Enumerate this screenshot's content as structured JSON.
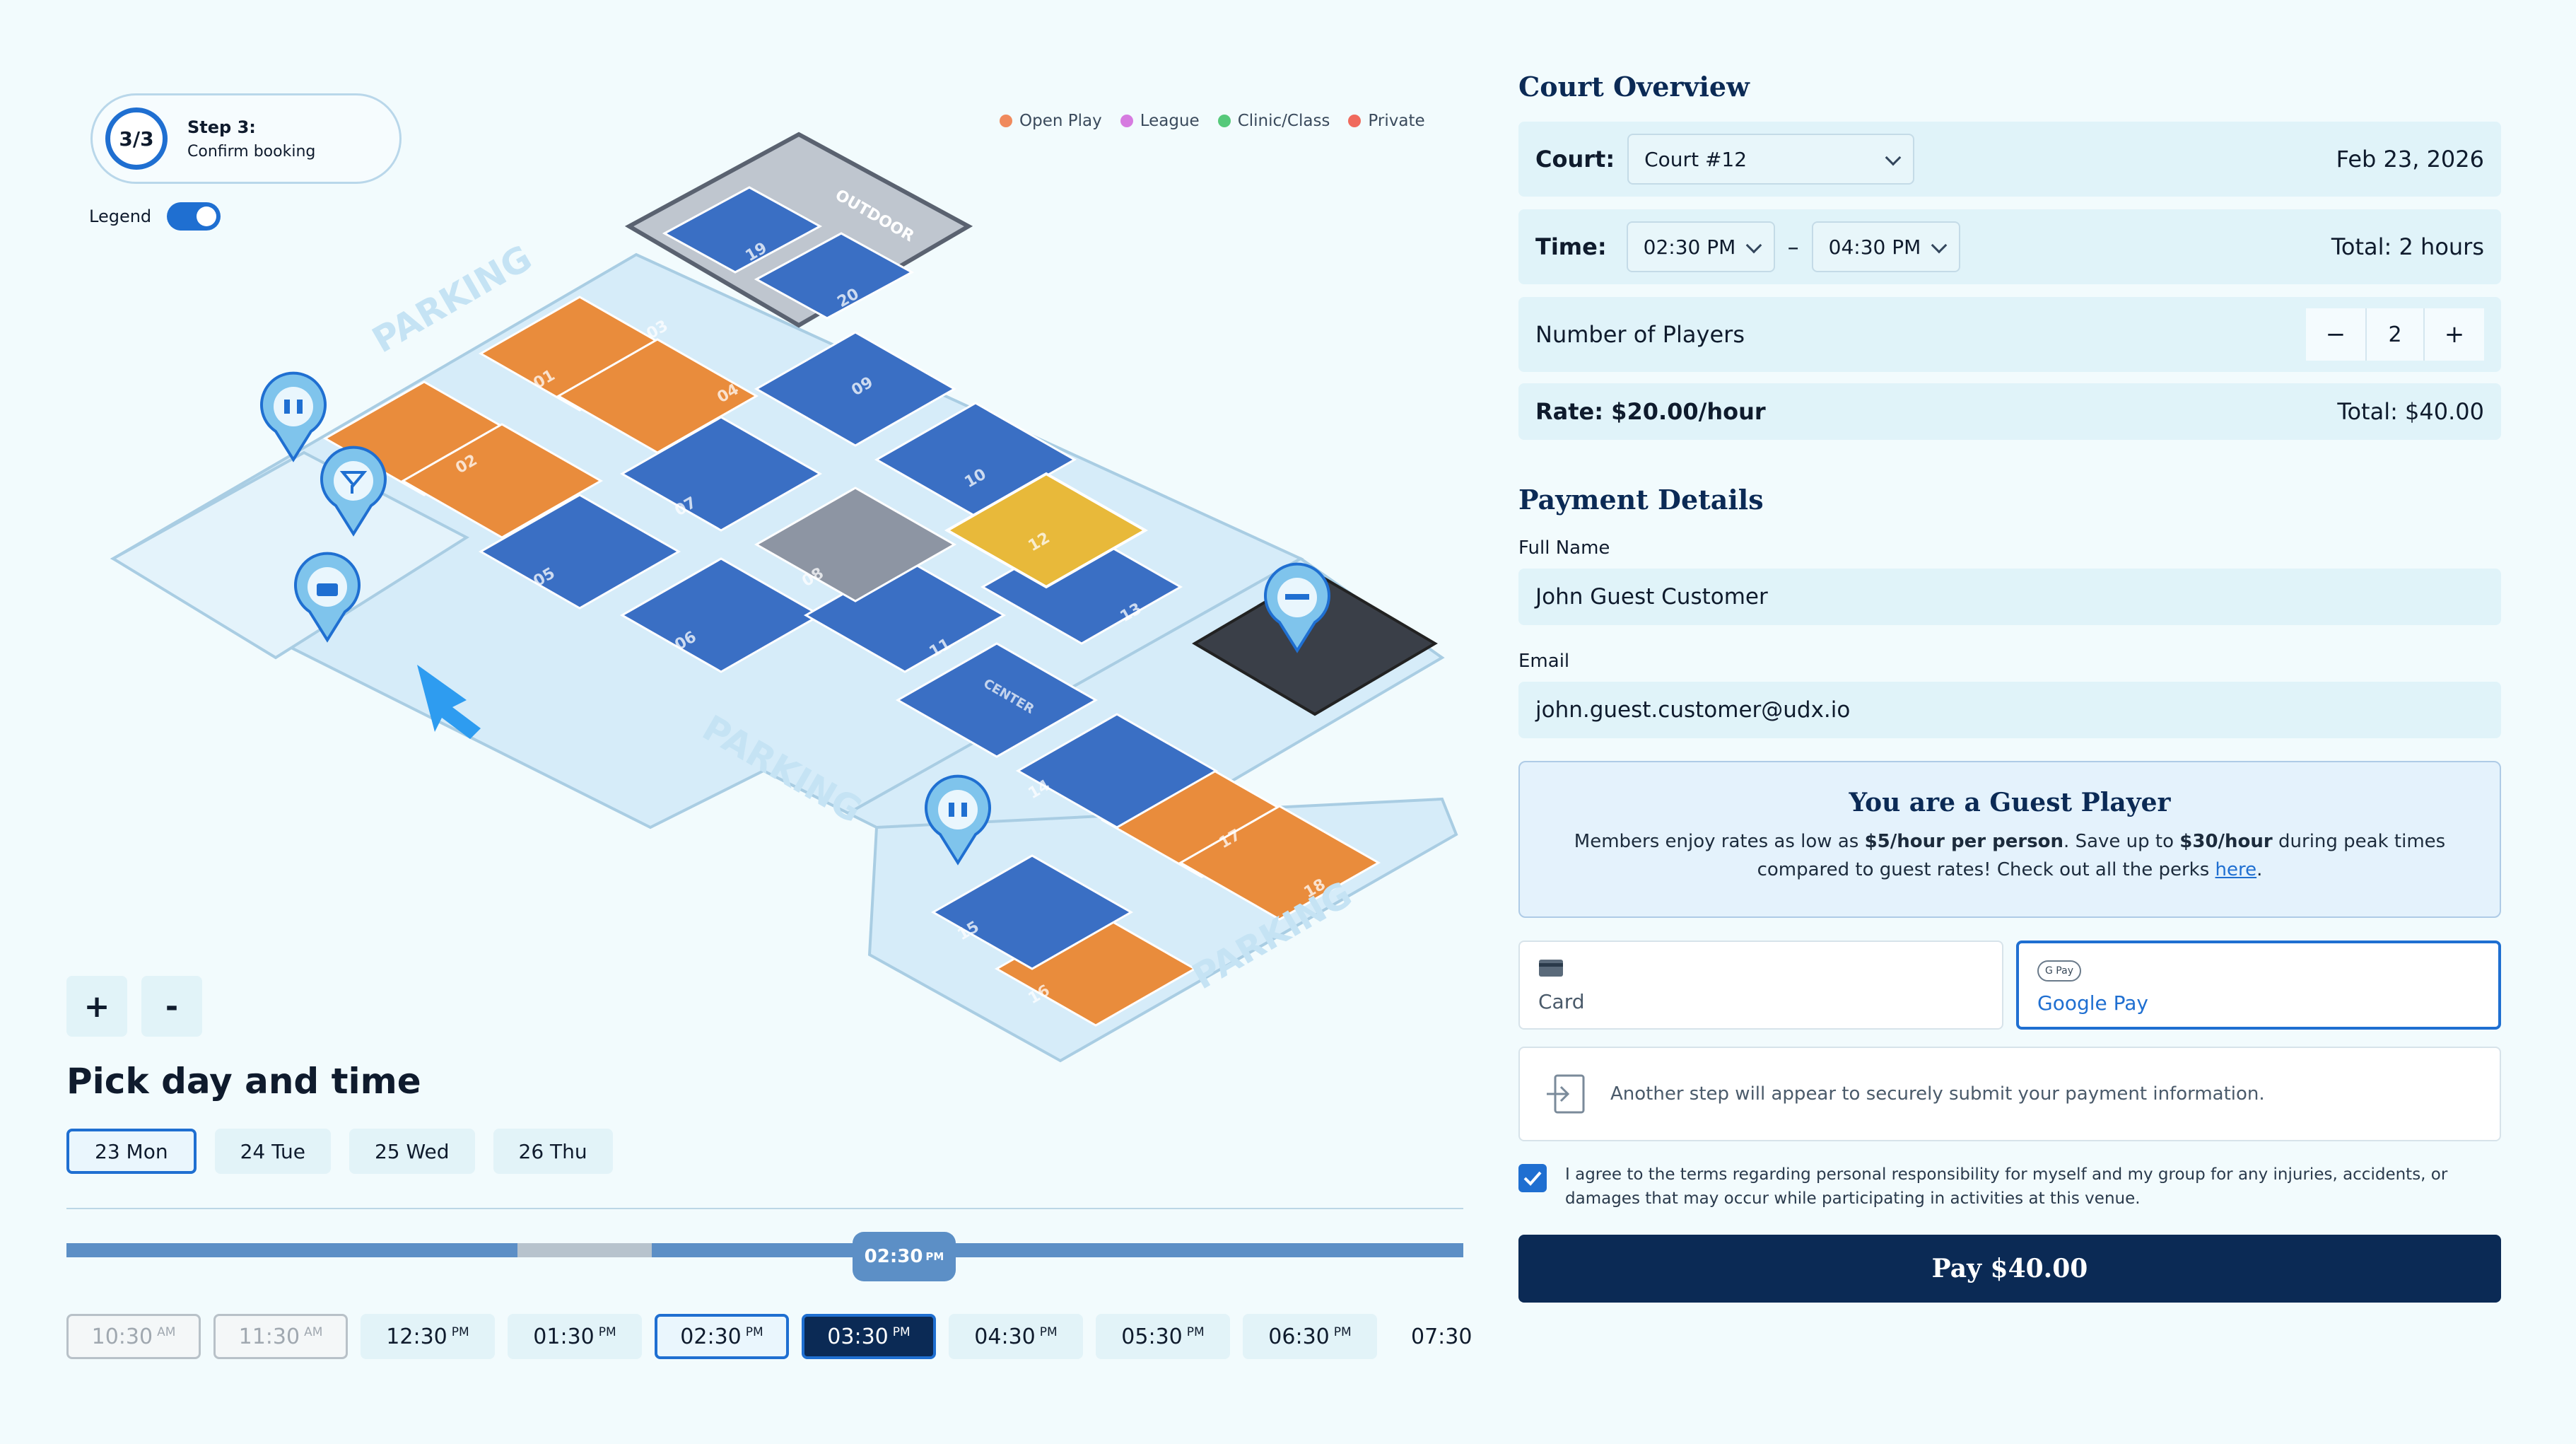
{
  "step": {
    "badge": "3/3",
    "title": "Step 3:",
    "subtitle": "Confirm booking"
  },
  "legend": {
    "toggle_label": "Legend",
    "items": [
      {
        "label": "Open Play",
        "color": "#f08a5d"
      },
      {
        "label": "League",
        "color": "#d67be0"
      },
      {
        "label": "Clinic/Class",
        "color": "#56c97a"
      },
      {
        "label": "Private",
        "color": "#f06a5d"
      }
    ]
  },
  "map": {
    "parking_label": "PARKING",
    "outdoor_label": "OUTDOOR",
    "center_label": "CENTER",
    "courts": [
      "01",
      "02",
      "03",
      "04",
      "05",
      "06",
      "07",
      "08",
      "09",
      "10",
      "11",
      "12",
      "13",
      "14",
      "15",
      "16",
      "17",
      "18",
      "19",
      "20"
    ],
    "colors": {
      "open": "#e98c3c",
      "blue": "#3a6fc4",
      "grey": "#8d95a3",
      "selected": "#e8b93a",
      "floor": "#d7ecf8"
    }
  },
  "zoom": {
    "in": "+",
    "out": "-"
  },
  "picker": {
    "title": "Pick day and time",
    "days": [
      "23 Mon",
      "24 Tue",
      "25 Wed",
      "26 Thu"
    ],
    "active_day": 0,
    "current_time": "02:30",
    "current_suffix": "PM",
    "slots": [
      {
        "time": "10:30",
        "suffix": "AM",
        "state": "disabled"
      },
      {
        "time": "11:30",
        "suffix": "AM",
        "state": "disabled"
      },
      {
        "time": "12:30",
        "suffix": "PM",
        "state": "normal"
      },
      {
        "time": "01:30",
        "suffix": "PM",
        "state": "normal"
      },
      {
        "time": "02:30",
        "suffix": "PM",
        "state": "start"
      },
      {
        "time": "03:30",
        "suffix": "PM",
        "state": "selected"
      },
      {
        "time": "04:30",
        "suffix": "PM",
        "state": "normal"
      },
      {
        "time": "05:30",
        "suffix": "PM",
        "state": "normal"
      },
      {
        "time": "06:30",
        "suffix": "PM",
        "state": "normal"
      },
      {
        "time": "07:30",
        "suffix": "",
        "state": "cut"
      }
    ]
  },
  "overview": {
    "title": "Court Overview",
    "court_label": "Court:",
    "court_value": "Court #12",
    "date": "Feb 23, 2026",
    "time_label": "Time:",
    "time_start": "02:30 PM",
    "time_sep": "–",
    "time_end": "04:30 PM",
    "time_total": "Total: 2 hours",
    "players_label": "Number of Players",
    "players_minus": "−",
    "players_value": "2",
    "players_plus": "+",
    "rate_label": "Rate: $20.00/hour",
    "rate_total": "Total: $40.00"
  },
  "payment": {
    "title": "Payment Details",
    "name_label": "Full Name",
    "name_value": "John Guest Customer",
    "email_label": "Email",
    "email_value": "john.guest.customer@udx.io",
    "guest_title": "You are a Guest Player",
    "guest_line1_a": "Members enjoy rates as low as ",
    "guest_line1_b": "$5/hour per person",
    "guest_line1_c": ". Save up to ",
    "guest_line1_d": "$30/hour",
    "guest_line1_e": " during peak times",
    "guest_line2_a": "compared to guest rates! Check out all the perks ",
    "guest_link": "here",
    "guest_line2_b": ".",
    "card_label": "Card",
    "gpay_badge": "G Pay",
    "gpay_label": "Google Pay",
    "info_text": "Another step will appear to securely submit your payment information.",
    "agree_text": "I agree to the terms regarding personal responsibility for myself and my group for any injuries, accidents, or damages that may occur while participating in activities at this venue.",
    "pay_button": "Pay $40.00"
  }
}
